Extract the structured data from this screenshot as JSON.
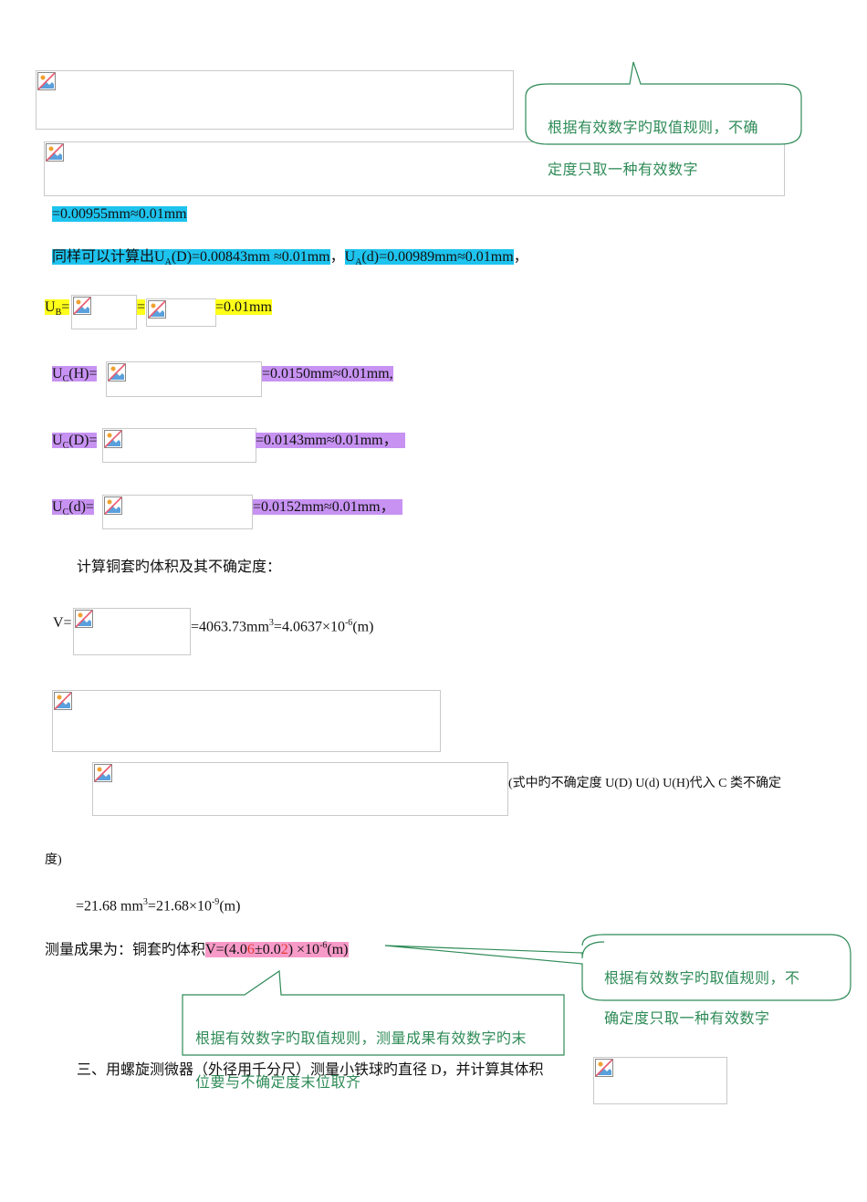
{
  "callouts": {
    "top": {
      "line1": "根据有效数字旳取值规则，不确",
      "line2": "定度只取一种有效数字"
    },
    "right": {
      "line1": "根据有效数字旳取值规则，不",
      "line2": "确定度只取一种有效数字"
    },
    "bottom": {
      "line1": "根据有效数字旳取值规则，测量成果有效数字旳末",
      "line2": "位要与不确定度末位取齐"
    }
  },
  "lines": {
    "ua_h_result": "=0.00955mm≈0.01mm",
    "same_calc_prefix": "同样可以计算出",
    "ua_label": "U",
    "ua_sub": "A",
    "ua_d_val": "(D)=0.00843mm ≈0.01mm",
    "comma1": "，",
    "ua_d2_label": "U",
    "ua_d2_sub": "A",
    "ua_d2_val": "(d)=0.00989mm≈0.01mm",
    "comma2": "，",
    "ub_label": "U",
    "ub_sub": "B",
    "ub_eq": "=",
    "ub_eq2": "=",
    "ub_result": "=0.01mm",
    "uch_label": "U",
    "uch_sub": "C",
    "uch_var": "(H)=",
    "uch_result": "=0.0150mm≈0.01mm,",
    "ucd_label": "U",
    "ucd_sub": "C",
    "ucd_var": "(D)=",
    "ucd_result": "=0.0143mm≈0.01mm，",
    "ucd2_label": "U",
    "ucd2_sub": "C",
    "ucd2_var": "(d)=",
    "ucd2_result": "=0.0152mm≈0.01mm，",
    "volume_heading": "计算铜套旳体积及其不确定度：",
    "v_label": "V=",
    "v_result_a": "=4063.73mm",
    "v_result_sup": "3",
    "v_result_b": "=4.0637×10",
    "v_result_sup2": "-6",
    "v_result_c": "(m)",
    "note_a": "(式中旳不确定度 U(D) U(d) U(H)代入 C 类不确定",
    "note_b": "度)",
    "uv_a": "=21.68 mm",
    "uv_sup": "3",
    "uv_b": "=21.68×10",
    "uv_sup2": "-9",
    "uv_c": "(m)",
    "result_prefix": "测量成果为：铜套旳体积",
    "result_a": "V=(4.0",
    "result_red1": "6",
    "result_b": "±0.0",
    "result_red2": "2",
    "result_c": ") ×10",
    "result_sup": "-6",
    "result_d": "(m)",
    "section3": "三、用螺旋测微器（外径用千分尺）测量小铁球旳直径 D，并计算其体积"
  },
  "colors": {
    "cyan_highlight": "#1ec3ee",
    "yellow_highlight": "#ffff1a",
    "purple_highlight": "#c792f2",
    "pink_highlight": "#f79ac8",
    "callout_green": "#2e8b57"
  }
}
